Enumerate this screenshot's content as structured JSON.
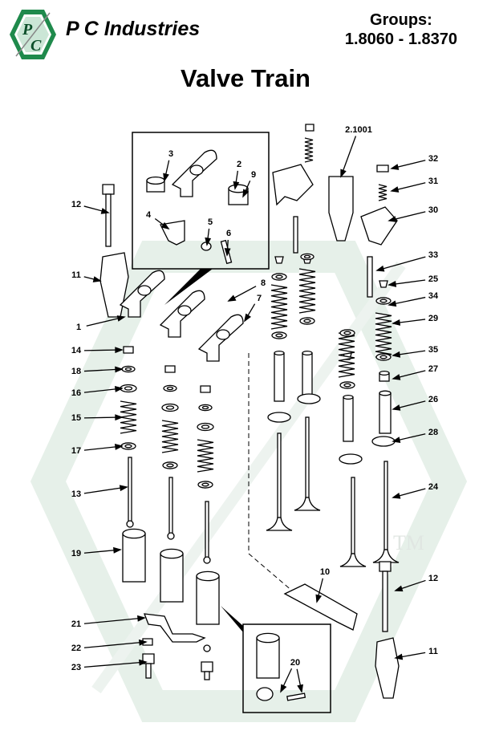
{
  "header": {
    "brand": "P C Industries",
    "logo_text": "PC",
    "groups_label": "Groups:",
    "groups_range": "1.8060 - 1.8370"
  },
  "title": "Valve Train",
  "callouts": [
    "3",
    "2",
    "9",
    "4",
    "5",
    "6",
    "12",
    "11",
    "8",
    "1",
    "7",
    "14",
    "18",
    "16",
    "15",
    "17",
    "13",
    "19",
    "21",
    "22",
    "23",
    "2.1001",
    "32",
    "31",
    "30",
    "33",
    "25",
    "34",
    "29",
    "35",
    "27",
    "26",
    "28",
    "24",
    "12",
    "11",
    "10",
    "20"
  ],
  "colors": {
    "logo_green": "#1f8a4c",
    "watermark": "#e3efe7"
  }
}
